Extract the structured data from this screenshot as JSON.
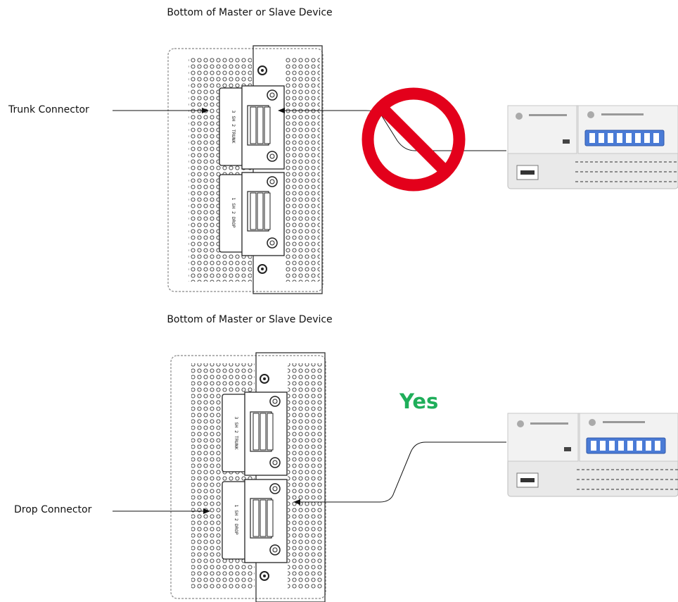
{
  "diagrams": [
    {
      "caption": "Bottom of Master or Slave Device",
      "connector_label": "Trunk Connector",
      "verdict": "not-allowed",
      "verdict_icon": "prohibited-icon",
      "verdict_color": "#e3001b"
    },
    {
      "caption": "Bottom of Master or Slave Device",
      "connector_label": "Drop Connector",
      "verdict": "Yes",
      "verdict_color": "#1fae5a"
    }
  ],
  "connector_markings": {
    "trunk": [
      "3",
      "SH",
      "2",
      "TRUNK"
    ],
    "drop": [
      "1",
      "SH",
      "2",
      "DROP"
    ]
  },
  "colors": {
    "line": "#1a1a1a",
    "device_body": "#e9e9e9",
    "dip_switch": "#4a7bd6",
    "device_border": "#bdbdbd"
  }
}
